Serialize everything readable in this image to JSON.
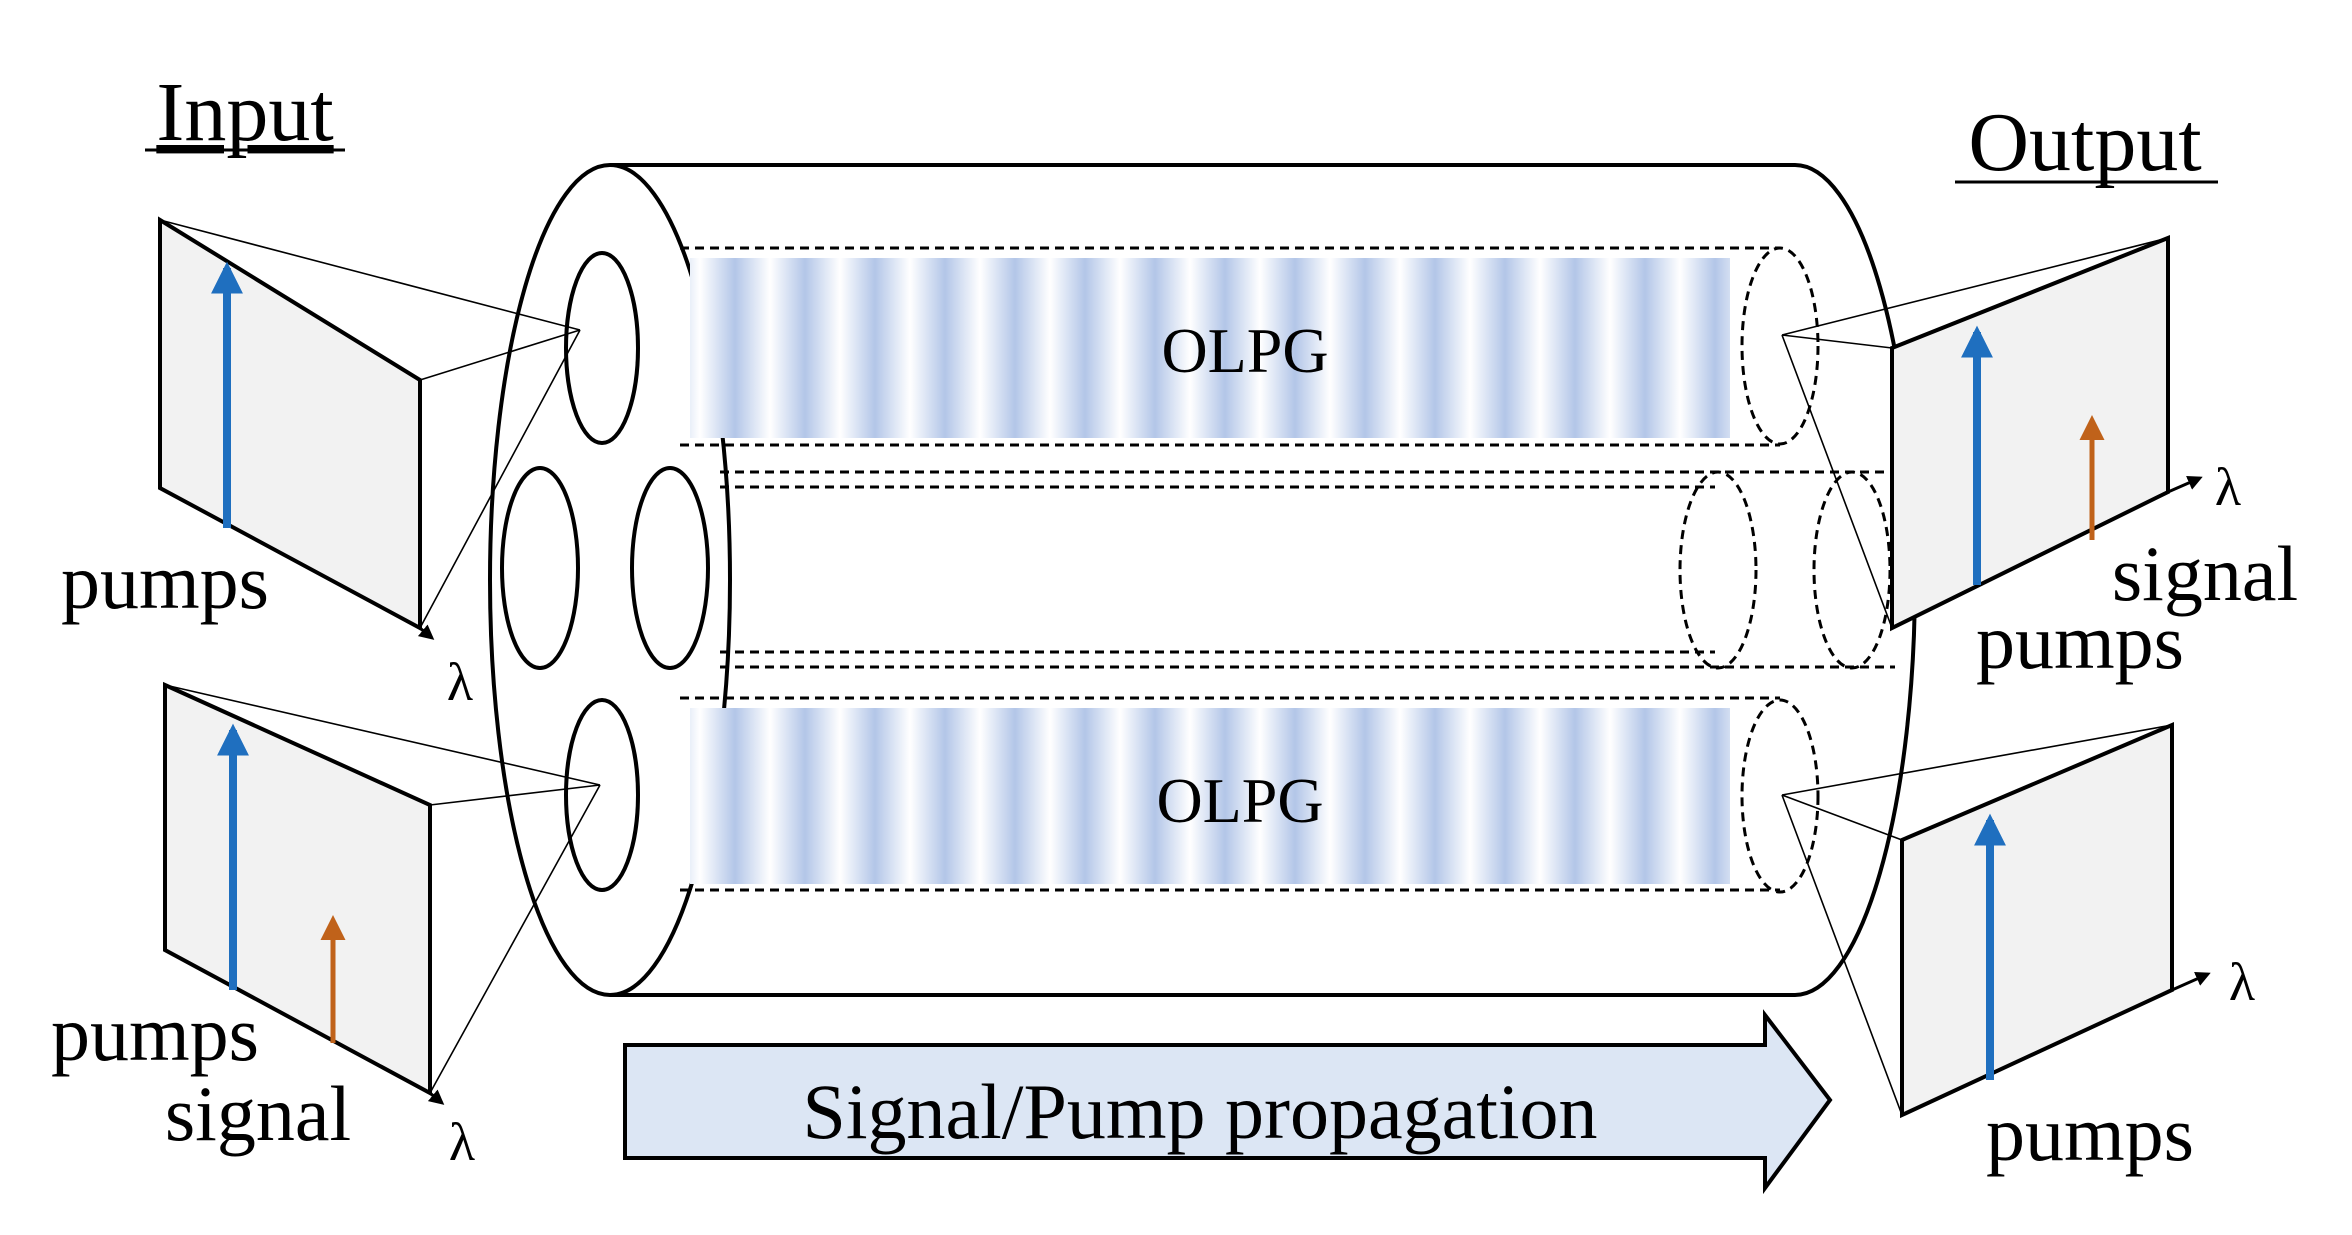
{
  "headers": {
    "input": "Input",
    "output": "Output"
  },
  "fiber": {
    "grating_top": "OLPG",
    "grating_bottom": "OLPG"
  },
  "propagation_label": "Signal/Pump propagation",
  "axis_symbol": "λ",
  "panels": {
    "input_top": {
      "label": "pumps"
    },
    "input_bottom": {
      "label_1": "pumps",
      "label_2": "signal"
    },
    "output_top": {
      "label_1": "signal",
      "label_2": "pumps"
    },
    "output_bottom": {
      "label": "pumps"
    }
  },
  "colors": {
    "pump_arrow": "#1f6fbf",
    "signal_arrow": "#c0621a",
    "grating_band": "#b3c6e8",
    "propagation_fill": "#dce6f4"
  }
}
